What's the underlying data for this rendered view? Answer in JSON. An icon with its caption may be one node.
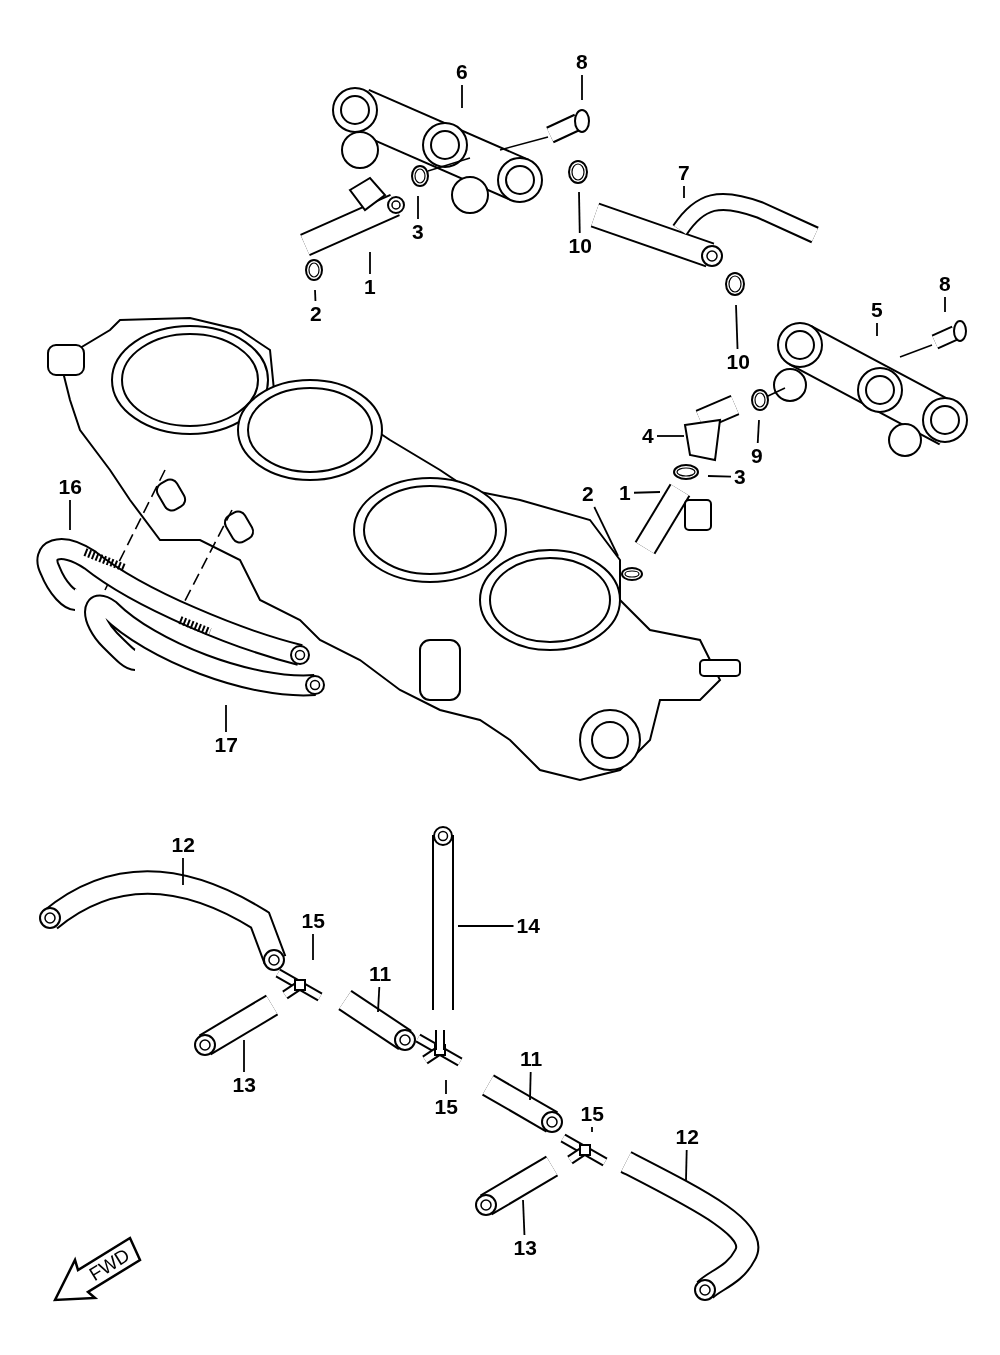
{
  "diagram": {
    "nodes": [
      {
        "text": [
          "6"
        ]
      },
      {
        "text": [
          "8"
        ]
      },
      {
        "text": [
          "7"
        ]
      },
      {
        "text": [
          "1"
        ]
      },
      {
        "text": [
          "3"
        ]
      },
      {
        "text": [
          "2"
        ]
      },
      {
        "text": [
          "10"
        ]
      },
      {
        "text": [
          "8"
        ]
      },
      {
        "text": [
          "5"
        ]
      },
      {
        "text": [
          "10"
        ]
      },
      {
        "text": [
          "4"
        ]
      },
      {
        "text": [
          "9"
        ]
      },
      {
        "text": [
          "16"
        ]
      },
      {
        "text": [
          "1"
        ]
      },
      {
        "text": [
          "3"
        ]
      },
      {
        "text": [
          "2"
        ]
      },
      {
        "text": [
          "17"
        ]
      },
      {
        "text": [
          "12"
        ]
      },
      {
        "text": [
          "15"
        ]
      },
      {
        "text": [
          "14"
        ]
      },
      {
        "text": [
          "11"
        ]
      },
      {
        "text": [
          "13"
        ]
      },
      {
        "text": [
          "11"
        ]
      },
      {
        "text": [
          "15"
        ]
      },
      {
        "text": [
          "15"
        ]
      },
      {
        "text": [
          "12"
        ]
      },
      {
        "text": [
          "13"
        ]
      }
    ],
    "edges": [
      {
        "from": 0,
        "to": null,
        "arrow": "none"
      },
      {
        "from": 1,
        "to": null,
        "arrow": "none"
      },
      {
        "from": 2,
        "to": null,
        "arrow": "none"
      },
      {
        "from": 3,
        "to": null,
        "arrow": "none"
      },
      {
        "from": 4,
        "to": null,
        "arrow": "none"
      },
      {
        "from": 5,
        "to": null,
        "arrow": "none"
      },
      {
        "from": 6,
        "to": null,
        "arrow": "none"
      },
      {
        "from": 7,
        "to": null,
        "arrow": "none"
      },
      {
        "from": 8,
        "to": null,
        "arrow": "none"
      },
      {
        "from": 9,
        "to": null,
        "arrow": "none"
      },
      {
        "from": 10,
        "to": null,
        "arrow": "none"
      },
      {
        "from": 11,
        "to": null,
        "arrow": "none"
      },
      {
        "from": 12,
        "to": null,
        "arrow": "none"
      },
      {
        "from": 13,
        "to": null,
        "arrow": "none"
      },
      {
        "from": 14,
        "to": null,
        "arrow": "none"
      },
      {
        "from": 15,
        "to": null,
        "arrow": "none"
      },
      {
        "from": 16,
        "to": null,
        "arrow": "none"
      },
      {
        "from": 17,
        "to": null,
        "arrow": "none"
      },
      {
        "from": 18,
        "to": null,
        "arrow": "none"
      },
      {
        "from": 19,
        "to": null,
        "arrow": "none"
      },
      {
        "from": 20,
        "to": null,
        "arrow": "none"
      },
      {
        "from": 21,
        "to": null,
        "arrow": "none"
      },
      {
        "from": 22,
        "to": null,
        "arrow": "none"
      },
      {
        "from": 23,
        "to": null,
        "arrow": "none"
      },
      {
        "from": 24,
        "to": null,
        "arrow": "none"
      },
      {
        "from": 25,
        "to": null,
        "arrow": "none"
      },
      {
        "from": 26,
        "to": null,
        "arrow": "none"
      }
    ],
    "labels": [
      "FWD"
    ]
  }
}
